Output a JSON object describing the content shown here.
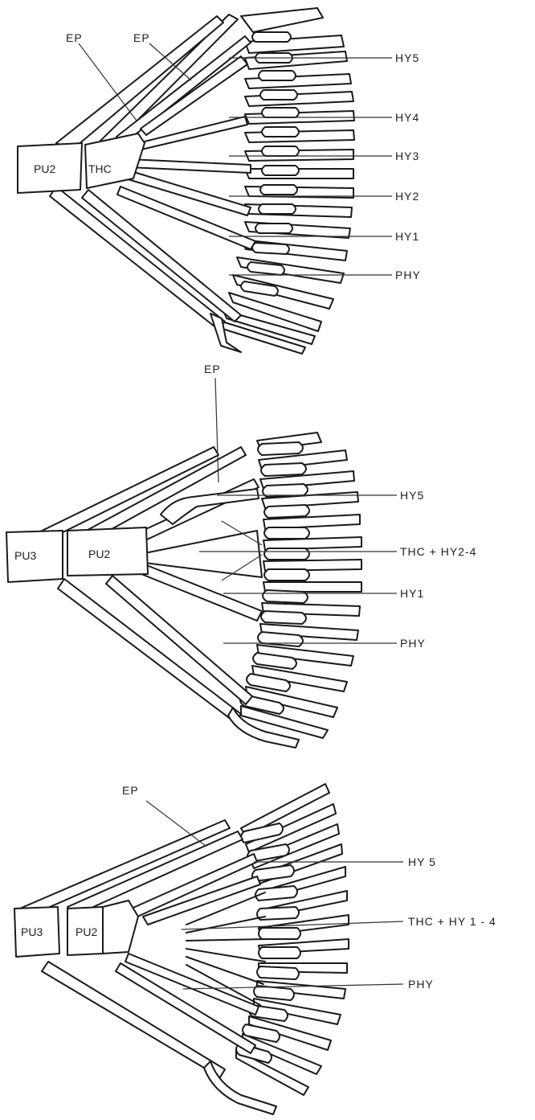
{
  "figure_top": {
    "labels": {
      "ep_a": "EP",
      "ep_b": "EP",
      "pu2": "PU2",
      "thc": "THC",
      "hy5": "HY5",
      "hy4": "HY4",
      "hy3": "HY3",
      "hy2": "HY2",
      "hy1": "HY1",
      "phy": "PHY"
    }
  },
  "figure_middle": {
    "labels": {
      "ep": "EP",
      "pu3": "PU3",
      "pu2": "PU2",
      "hy5": "HY5",
      "thc_hy": "THC + HY2-4",
      "hy1": "HY1",
      "phy": "PHY"
    }
  },
  "figure_bottom": {
    "labels": {
      "ep": "EP",
      "pu3": "PU3",
      "pu2": "PU2",
      "hy5": "HY 5",
      "thc_hy": "THC + HY 1 - 4",
      "phy": "PHY"
    }
  },
  "colors": {
    "line": "#1a1a1a",
    "background": "#ffffff"
  }
}
